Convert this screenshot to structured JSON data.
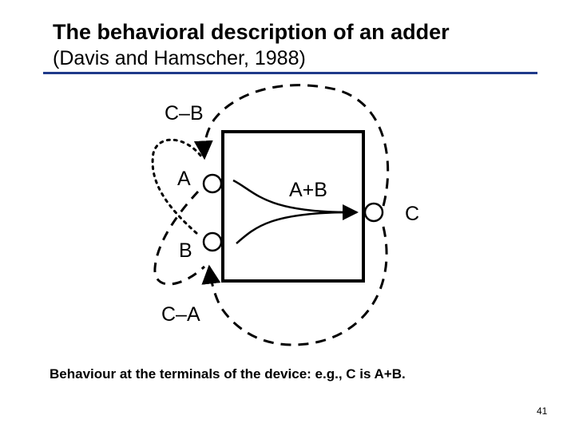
{
  "slide": {
    "title": "The behavioral description of an adder",
    "subtitle": "(Davis and Hamscher, 1988)",
    "caption": "Behaviour at the terminals of the device: e.g., C is A+B.",
    "page_number": "41",
    "accent_color": "#1f3a8a"
  },
  "diagram": {
    "label_c_minus_b": "C–B",
    "label_c_minus_a": "C–A",
    "terminal_a": "A",
    "terminal_b": "B",
    "terminal_c": "C",
    "sum_expression": "A+B"
  }
}
